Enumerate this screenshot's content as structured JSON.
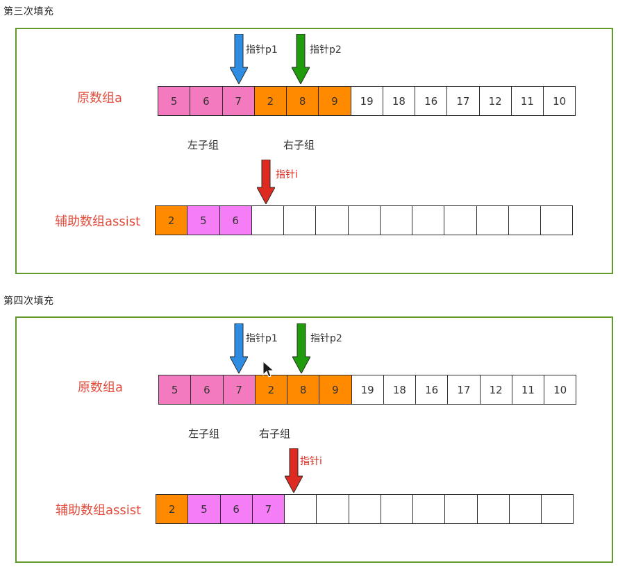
{
  "colors": {
    "pink": "#f47ac0",
    "magenta": "#f57ef7",
    "orange": "#ff8a00",
    "white": "#ffffff",
    "blue": "#2e8de2",
    "green": "#1f9b0c",
    "red": "#dd2b22",
    "box_border": "#5f9a2a",
    "label_red": "#e24d3e"
  },
  "sections": [
    {
      "title": "第三次填充",
      "original_label": "原数组a",
      "assist_label": "辅助数组assist",
      "left_group_label": "左子组",
      "right_group_label": "右子组",
      "pointer_p1_label": "指针p1",
      "pointer_p2_label": "指针p2",
      "pointer_i_label": "指针i",
      "original": {
        "values": [
          "5",
          "6",
          "7",
          "2",
          "8",
          "9",
          "19",
          "18",
          "16",
          "17",
          "12",
          "11",
          "10"
        ],
        "colors": [
          "pink",
          "pink",
          "pink",
          "orange",
          "orange",
          "orange",
          "white",
          "white",
          "white",
          "white",
          "white",
          "white",
          "white"
        ]
      },
      "assist": {
        "values": [
          "2",
          "5",
          "6",
          "",
          "",
          "",
          "",
          "",
          "",
          "",
          "",
          "",
          ""
        ],
        "colors": [
          "orange",
          "magenta",
          "magenta",
          "white",
          "white",
          "white",
          "white",
          "white",
          "white",
          "white",
          "white",
          "white",
          "white"
        ]
      },
      "pointers": {
        "p1_index": 2,
        "p2_index": 4,
        "i_index": 3
      }
    },
    {
      "title": "第四次填充",
      "original_label": "原数组a",
      "assist_label": "辅助数组assist",
      "left_group_label": "左子组",
      "right_group_label": "右子组",
      "pointer_p1_label": "指针p1",
      "pointer_p2_label": "指针p2",
      "pointer_i_label": "指针i",
      "original": {
        "values": [
          "5",
          "6",
          "7",
          "2",
          "8",
          "9",
          "19",
          "18",
          "16",
          "17",
          "12",
          "11",
          "10"
        ],
        "colors": [
          "pink",
          "pink",
          "pink",
          "orange",
          "orange",
          "orange",
          "white",
          "white",
          "white",
          "white",
          "white",
          "white",
          "white"
        ]
      },
      "assist": {
        "values": [
          "2",
          "5",
          "6",
          "7",
          "",
          "",
          "",
          "",
          "",
          "",
          "",
          "",
          ""
        ],
        "colors": [
          "orange",
          "magenta",
          "magenta",
          "magenta",
          "white",
          "white",
          "white",
          "white",
          "white",
          "white",
          "white",
          "white",
          "white"
        ]
      },
      "pointers": {
        "p1_index": 2,
        "p2_index": 4,
        "i_index": 4
      }
    }
  ]
}
